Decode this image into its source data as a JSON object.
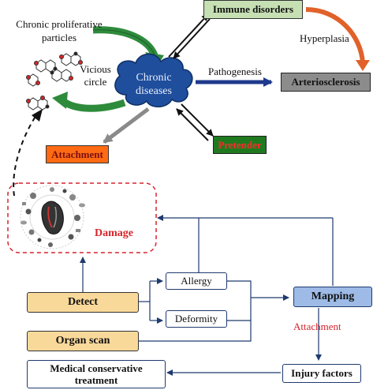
{
  "labels": {
    "chronic_particles": "Chronic proliferative particles",
    "vicious_circle": "Vicious circle",
    "chronic_diseases": "Chronic diseases",
    "immune_disorders": "Immune disorders",
    "hyperplasia": "Hyperplasia",
    "pathogenesis": "Pathogenesis",
    "arteriosclerosis": "Arteriosclerosis",
    "attachment_top": "Attachment",
    "pretender": "Pretender",
    "damage": "Damage",
    "detect": "Detect",
    "organ_scan": "Organ scan",
    "allergy": "Allergy",
    "deformity": "Deformity",
    "mapping": "Mapping",
    "attachment_bottom": "Attachment",
    "injury_factors": "Injury factors",
    "medical_treatment": "Medical conservative treatment"
  },
  "colors": {
    "immune_box_fill": "#c6e0b4",
    "arteriosclerosis_fill": "#8c8c8c",
    "attachment_fill": "#ff6a13",
    "pretender_fill": "#1f7a1f",
    "cloud_fill": "#1f4e9c",
    "detect_fill": "#f9d99a",
    "mapping_fill": "#9dbbe6",
    "damage_text": "#d6242b",
    "green_arrow": "#2e8b3c",
    "orange_arrow": "#e0622a",
    "navy_line": "#1f3a6e"
  },
  "icons": [
    "molecule-icon",
    "organ-cell-icon"
  ]
}
